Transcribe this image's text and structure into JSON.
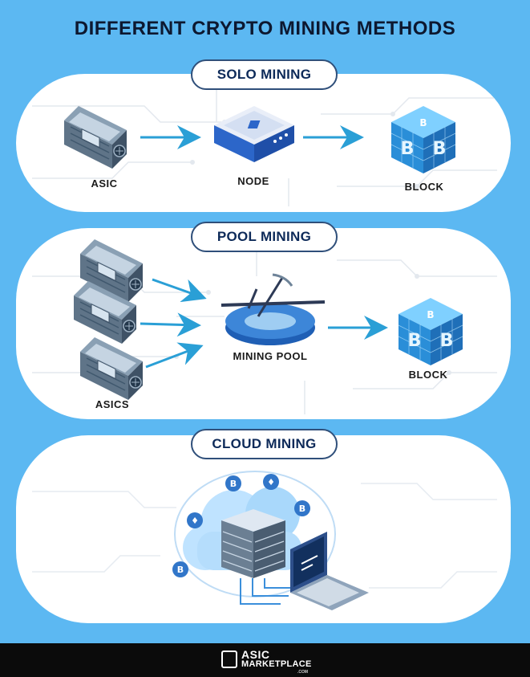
{
  "title": "DIFFERENT CRYPTO MINING METHODS",
  "solo": {
    "heading": "SOLO MINING",
    "asic_label": "ASIC",
    "node_label": "NODE",
    "block_label": "BLOCK"
  },
  "pool": {
    "heading": "POOL MINING",
    "asics_label": "ASICS",
    "pool_label": "MINING POOL",
    "block_label": "BLOCK"
  },
  "cloud": {
    "heading": "CLOUD MINING"
  },
  "footer": {
    "logo_line1": "ASIC",
    "logo_line2": "MARKETPLACE",
    "logo_line3": ".COM"
  },
  "colors": {
    "background": "#5cb8f2",
    "pill_border": "#2f4f7a",
    "arrow": "#2a9fd6",
    "footer": "#0b0b0b"
  }
}
